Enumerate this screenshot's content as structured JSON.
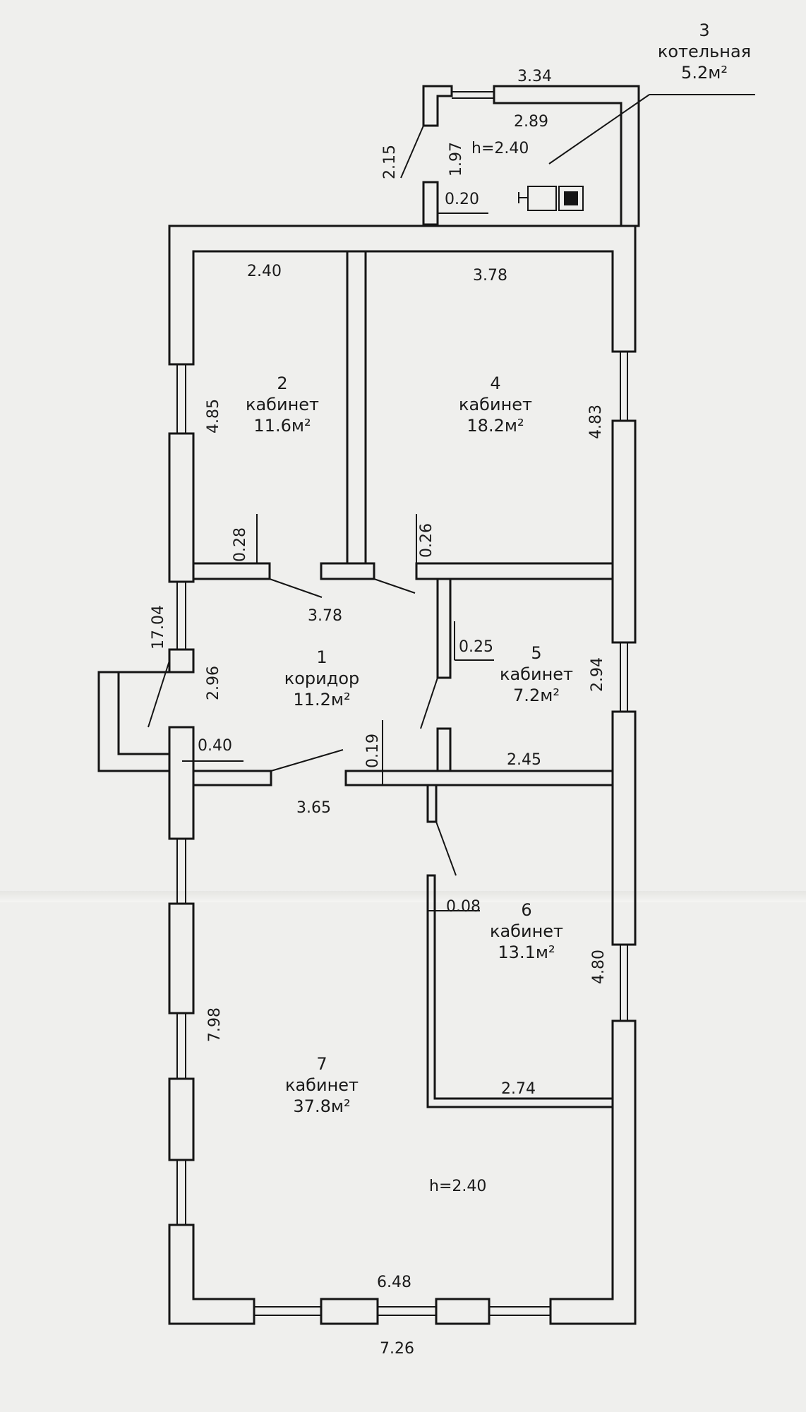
{
  "rooms": {
    "r1": {
      "num": "1",
      "name": "коридор",
      "area": "11.2м²"
    },
    "r2": {
      "num": "2",
      "name": "кабинет",
      "area": "11.6м²"
    },
    "r3": {
      "num": "3",
      "name": "котельная",
      "area": "5.2м²"
    },
    "r4": {
      "num": "4",
      "name": "кабинет",
      "area": "18.2м²"
    },
    "r5": {
      "num": "5",
      "name": "кабинет",
      "area": "7.2м²"
    },
    "r6": {
      "num": "6",
      "name": "кабинет",
      "area": "13.1м²"
    },
    "r7": {
      "num": "7",
      "name": "кабинет",
      "area": "37.8м²"
    }
  },
  "heights": {
    "boiler": "h=2.40",
    "main": "h=2.40"
  },
  "dims": {
    "d334": "3.34",
    "d289": "2.89",
    "d215": "2.15",
    "d197": "1.97",
    "d020": "0.20",
    "d240": "2.40",
    "d378_top": "3.78",
    "d485": "4.85",
    "d483": "4.83",
    "d028": "0.28",
    "d026": "0.26",
    "d378_mid": "3.78",
    "d1704": "17.04",
    "d025": "0.25",
    "d294": "2.94",
    "d296": "2.96",
    "d040": "0.40",
    "d019": "0.19",
    "d245": "2.45",
    "d365": "3.65",
    "d008": "0.08",
    "d480": "4.80",
    "d798": "7.98",
    "d274": "2.74",
    "d648": "6.48",
    "d726": "7.26"
  }
}
